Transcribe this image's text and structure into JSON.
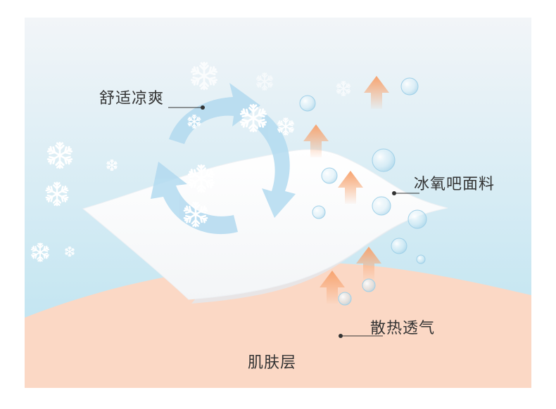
{
  "labels": {
    "cooling": "舒适凉爽",
    "fabric": "冰氧吧面料",
    "breathable": "散热透气",
    "skin": "肌肤层"
  },
  "colors": {
    "sky_top": "#f2f5f8",
    "sky_bottom": "#b9e2f0",
    "skin": "#fbd8c5",
    "skin_light": "#fce2d4",
    "fabric": "#ffffff",
    "cycle_arrows": "#b3daf0",
    "up_arrows": "#f7a36f",
    "leader_line": "#333333"
  },
  "icons": {
    "snowflake": "snowflake-icon",
    "bubble": "bubble-icon",
    "up_arrow": "up-arrow-icon",
    "cycle": "cycle-arrows-icon"
  }
}
